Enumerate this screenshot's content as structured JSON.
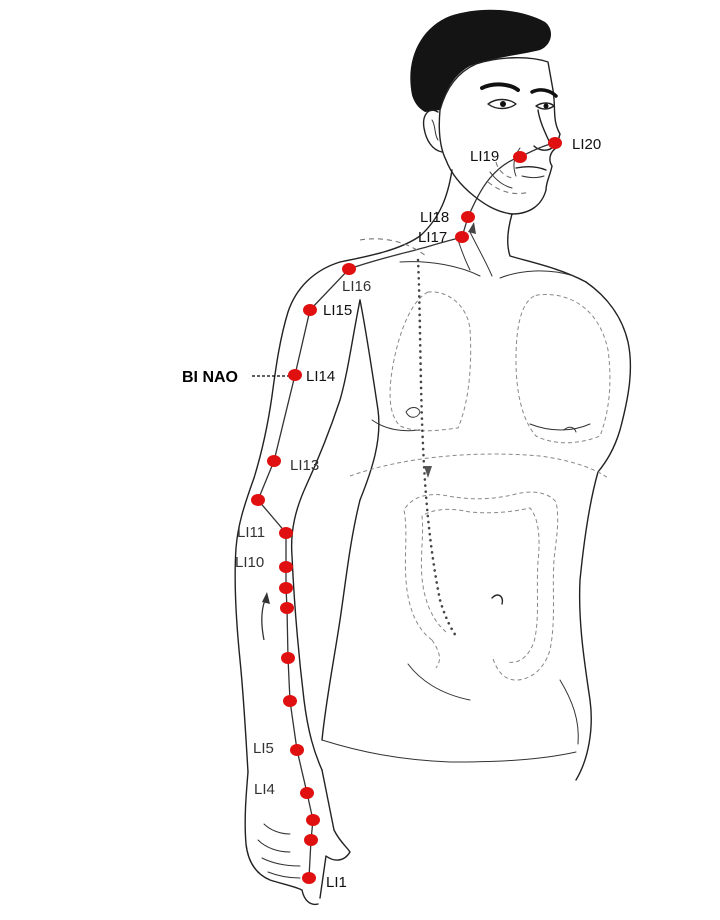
{
  "diagram": {
    "point_color": "#e01010",
    "line_color": "#333333",
    "points": [
      {
        "id": "LI20",
        "label": "LI20"
      },
      {
        "id": "LI19",
        "label": "LI19"
      },
      {
        "id": "LI18",
        "label": "LI18"
      },
      {
        "id": "LI17",
        "label": "LI17"
      },
      {
        "id": "LI16",
        "label": "LI16"
      },
      {
        "id": "LI15",
        "label": "LI15"
      },
      {
        "id": "LI14",
        "label": "LI14"
      },
      {
        "id": "LI13",
        "label": "LI13"
      },
      {
        "id": "LI12",
        "label": ""
      },
      {
        "id": "LI11",
        "label": "LI11"
      },
      {
        "id": "LI10",
        "label": "LI10"
      },
      {
        "id": "LI9",
        "label": ""
      },
      {
        "id": "LI8",
        "label": ""
      },
      {
        "id": "LI7",
        "label": ""
      },
      {
        "id": "LI6",
        "label": ""
      },
      {
        "id": "LI5",
        "label": "LI5"
      },
      {
        "id": "LI4",
        "label": "LI4"
      },
      {
        "id": "LI3",
        "label": ""
      },
      {
        "id": "LI2",
        "label": ""
      },
      {
        "id": "LI1",
        "label": "LI1"
      }
    ],
    "highlight": {
      "label": "BI NAO",
      "points_to": "LI14"
    }
  }
}
